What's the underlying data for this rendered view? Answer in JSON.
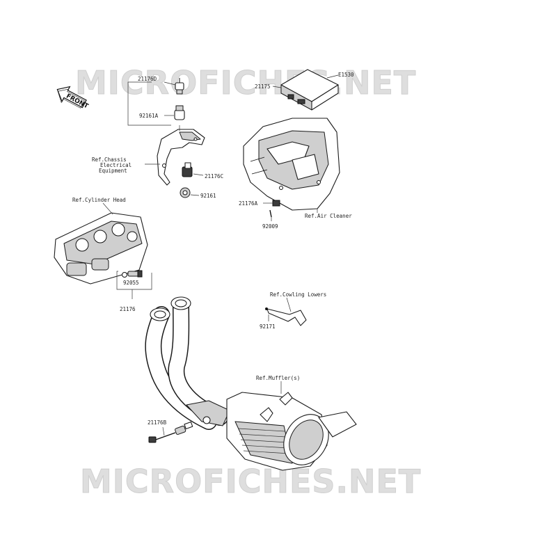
{
  "watermark": {
    "text": "MICROFICHES.NET"
  },
  "direction_marker": {
    "text": "FRONT"
  },
  "labels": {
    "p21176D": "21176D",
    "p92161A": "92161A",
    "ref_chassis_1": "Ref.Chassis",
    "ref_chassis_2": "Electrical",
    "ref_chassis_3": "Equipment",
    "p21176C": "21176C",
    "p92161": "92161",
    "e1530": "E1530",
    "p21175": "21175",
    "p21176A": "21176A",
    "p92009": "92009",
    "ref_air_cleaner": "Ref.Air Cleaner",
    "ref_cylinder_head": "Ref.Cylinder Head",
    "p92055": "92055",
    "p21176": "21176",
    "ref_cowling_lowers": "Ref.Cowling Lowers",
    "p92171": "92171",
    "ref_mufflers": "Ref.Muffler(s)",
    "p21176B": "21176B"
  }
}
